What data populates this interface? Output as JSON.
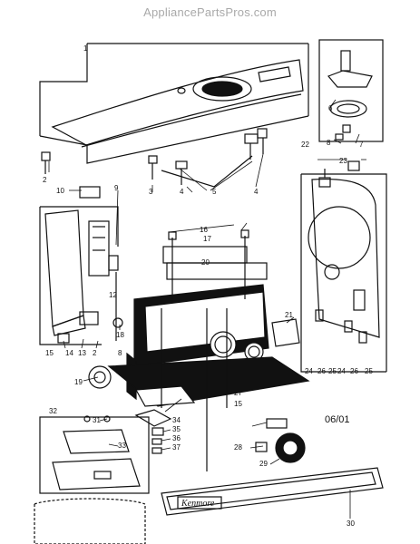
{
  "header": {
    "watermark": "AppliancePartsPros.com"
  },
  "diagram": {
    "date_code": "06/01",
    "nameplate_text": "Kenmore",
    "callouts": [
      "1",
      "2",
      "3",
      "4",
      "5",
      "6",
      "7",
      "8",
      "9",
      "10",
      "12",
      "13",
      "14",
      "15",
      "16",
      "17",
      "18",
      "19",
      "20",
      "21",
      "22",
      "23",
      "24",
      "25",
      "26",
      "27",
      "28",
      "29",
      "30",
      "31",
      "32",
      "33",
      "34",
      "35",
      "36",
      "37"
    ],
    "line_color": "#111111",
    "paper_color": "#ffffff"
  }
}
